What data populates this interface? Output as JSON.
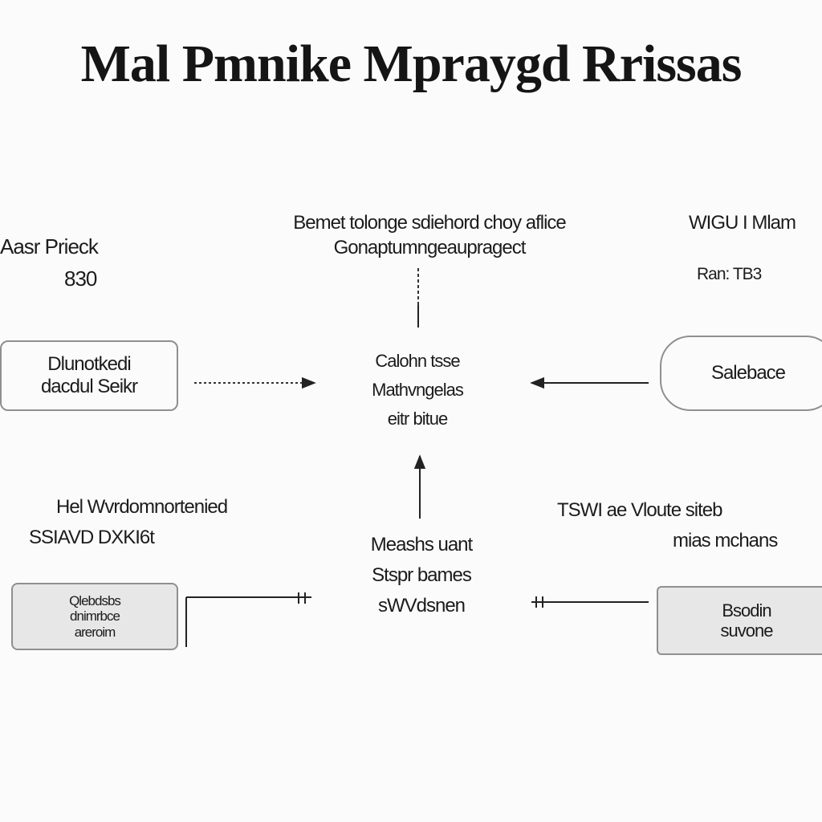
{
  "title": "Mal Pmnike Mpraygd Rrissas",
  "labels": {
    "top_left": [
      "Aasr Prieck",
      "830"
    ],
    "top_center": [
      "Bemet tolonge sdiehord choy aflice",
      "Gonaptumngeaupragect"
    ],
    "top_right": [
      "WIGU I Mlam",
      "Ran: TB3"
    ],
    "mid_left": [
      "Hel Wvrdomnortenied",
      "SSIAVD DXKI6t"
    ],
    "mid_right": [
      "TSWI ae Vloute siteb",
      "mias mchans"
    ]
  },
  "nodes": {
    "center_top": [
      "Calohn tsse",
      "Mathvngelas",
      "eitr bitue"
    ],
    "center_bottom": [
      "Meashs uant",
      "Stspr bames",
      "sWVdsnen"
    ],
    "left_top": [
      "Dlunotkedi",
      "dacdul Seikr"
    ],
    "right_top": [
      "Salebace"
    ],
    "left_bottom": [
      "Qlebdsbs",
      "dnimrbce",
      "areroim"
    ],
    "right_bottom": [
      "Bsodin",
      "suvone"
    ]
  },
  "colors": {
    "ink": "#1b1b1b",
    "border": "#8f8f8f",
    "grey_fill": "#e7e7e7",
    "background": "#fbfbfb"
  }
}
